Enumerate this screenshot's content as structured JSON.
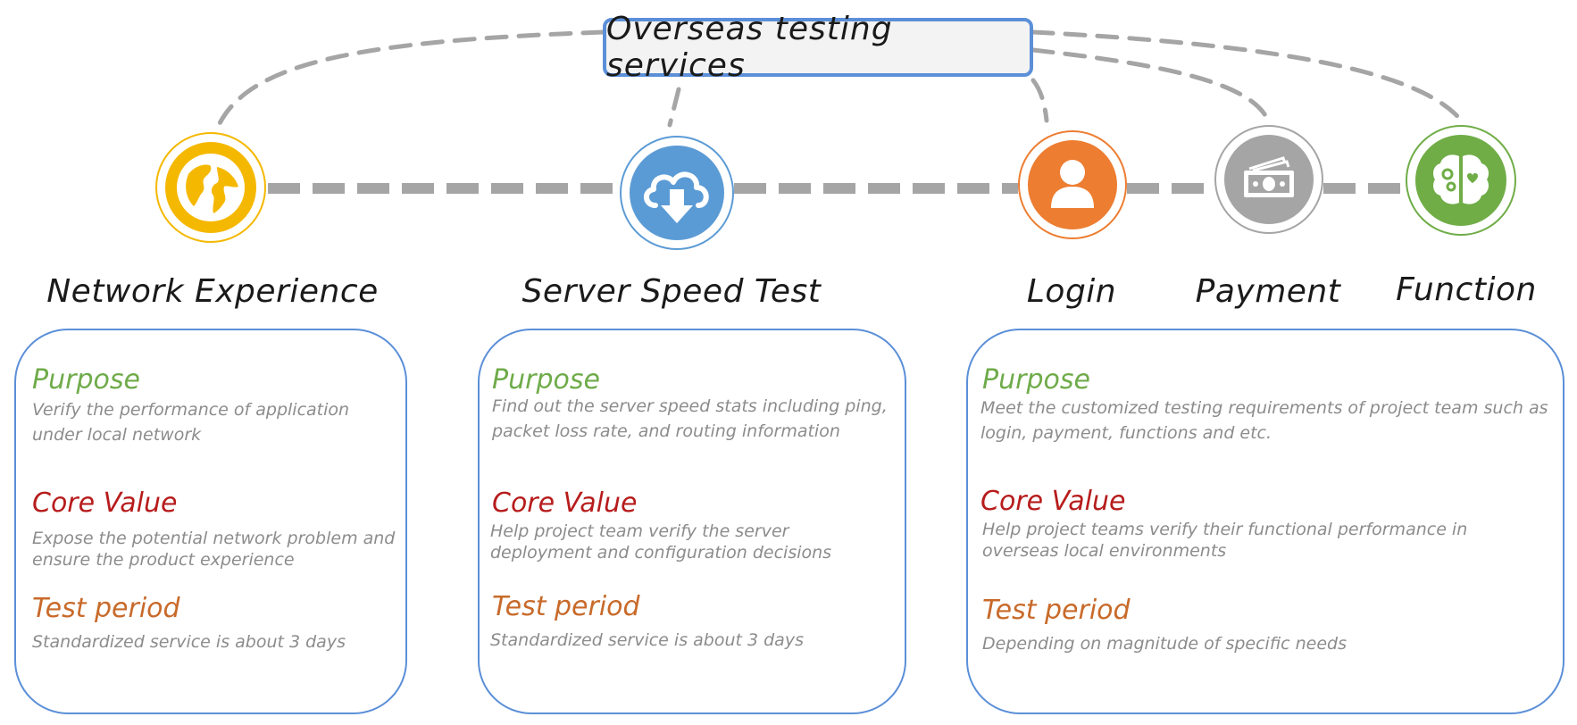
{
  "title": "Overseas testing services",
  "colors": {
    "frame_blue": "#5b8fd8",
    "purpose": "#6fab4a",
    "core_value": "#b71c1c",
    "test_period": "#c86a2a",
    "body_text": "#8c8c8c",
    "connector": "#a5a5a5"
  },
  "nodes": [
    {
      "label": "Network Experience",
      "icon": "globe-icon",
      "color": "#f5b800"
    },
    {
      "label": "Server Speed Test",
      "icon": "cloud-download-icon",
      "color": "#5b9bd5"
    },
    {
      "label": "Login",
      "icon": "user-icon",
      "color": "#ed7d31"
    },
    {
      "label": "Payment",
      "icon": "money-icon",
      "color": "#a5a5a5"
    },
    {
      "label": "Function",
      "icon": "brain-icon",
      "color": "#70ad47"
    }
  ],
  "cards": [
    {
      "purpose_title": "Purpose",
      "purpose_lines": [
        "Verify the performance of application",
        "under local network"
      ],
      "core_title": "Core Value",
      "core_lines": [
        "Expose the potential network problem and",
        "ensure the product experience"
      ],
      "period_title": "Test period",
      "period_lines": [
        "Standardized service is about 3 days"
      ]
    },
    {
      "purpose_title": "Purpose",
      "purpose_lines": [
        "Find out the server speed stats including ping,",
        "packet loss rate, and routing information"
      ],
      "core_title": "Core Value",
      "core_lines": [
        "Help project team verify the server",
        "deployment and configuration decisions"
      ],
      "period_title": "Test period",
      "period_lines": [
        "Standardized service is about 3 days"
      ]
    },
    {
      "purpose_title": "Purpose",
      "purpose_lines": [
        "Meet the customized testing requirements of project team such as",
        "login, payment, functions and etc."
      ],
      "core_title": "Core Value",
      "core_lines": [
        "Help project teams verify their functional performance in",
        "overseas local environments"
      ],
      "period_title": "Test period",
      "period_lines": [
        "Depending on magnitude of specific needs"
      ]
    }
  ]
}
